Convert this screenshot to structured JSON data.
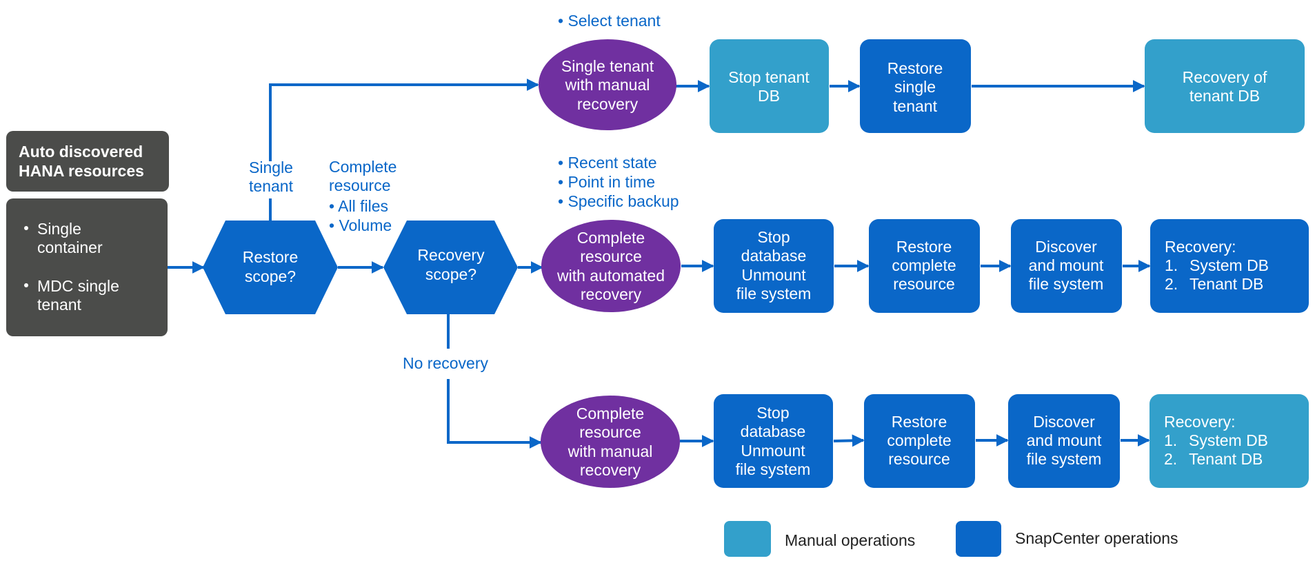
{
  "colors": {
    "dark": "#4b4c4a",
    "snapcenter": "#0a67c8",
    "manual": "#33a0cb",
    "decision": "#0a67c8",
    "method": "#7030a0",
    "edge": "#0a67c8",
    "label": "#0a67c8"
  },
  "nodes": {
    "auto_title": [
      "Auto discovered",
      "HANA resources"
    ],
    "auto_list": [
      "Single",
      "container",
      "MDC single",
      "tenant"
    ],
    "restore_scope": [
      "Restore",
      "scope?"
    ],
    "recovery_scope": [
      "Recovery",
      "scope?"
    ],
    "single_manual": [
      "Single tenant",
      "with manual",
      "recovery"
    ],
    "stop_tenant": [
      "Stop tenant",
      "DB"
    ],
    "restore_single": [
      "Restore",
      "single",
      "tenant"
    ],
    "recovery_tenant": [
      "Recovery",
      "of",
      "tenant DB"
    ],
    "complete_auto": [
      "Complete",
      "resource",
      "with automated",
      "recovery"
    ],
    "stop_db_1": [
      "Stop",
      "database",
      "Unmount",
      "file system"
    ],
    "restore_complete_1": [
      "Restore",
      "complete",
      "resource"
    ],
    "discover_mount_1": [
      "Discover",
      "and mount",
      "file system"
    ],
    "recovery_1": [
      "Recovery:",
      "1.",
      "System DB",
      "2.",
      "Tenant DB"
    ],
    "complete_manual": [
      "Complete",
      "resource",
      "with manual",
      "recovery"
    ],
    "stop_db_2": [
      "Stop",
      "database",
      "Unmount",
      "file system"
    ],
    "restore_complete_2": [
      "Restore",
      "complete",
      "resource"
    ],
    "discover_mount_2": [
      "Discover",
      "and mount",
      "file system"
    ],
    "recovery_2": [
      "Recovery:",
      "1.",
      "System DB",
      "2.",
      "Tenant DB"
    ]
  },
  "labels": {
    "single_tenant": [
      "Single",
      "tenant"
    ],
    "complete_resource": [
      "Complete",
      "resource",
      "• All files",
      "• Volume"
    ],
    "no_recovery": "No recovery",
    "select_tenant": "• Select tenant",
    "recovery_options": [
      "• Recent state",
      "• Point in time",
      "• Specific backup"
    ]
  },
  "legend": {
    "manual": "Manual operations",
    "snapcenter": "SnapCenter operations"
  }
}
